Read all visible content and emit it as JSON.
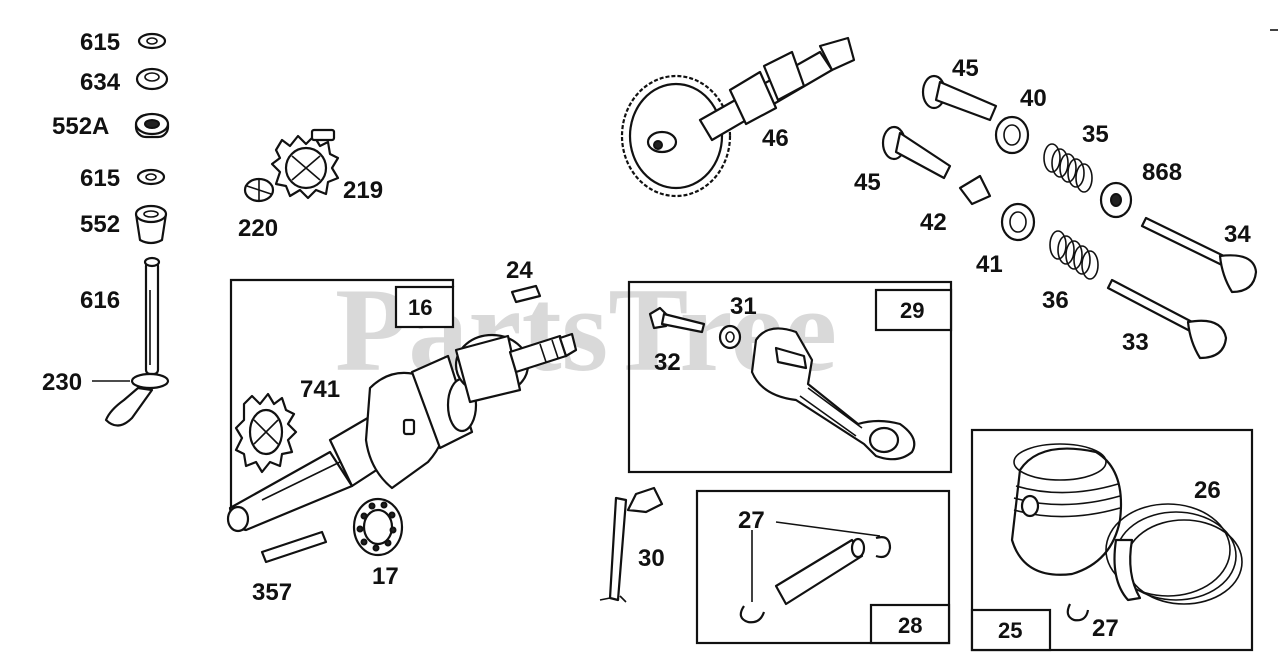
{
  "watermark": {
    "text": "PartsTree",
    "trademark": "™"
  },
  "callouts": {
    "c615a": "615",
    "c634": "634",
    "c552A": "552A",
    "c615b": "615",
    "c552": "552",
    "c616": "616",
    "c230": "230",
    "c219": "219",
    "c220": "220",
    "c24": "24",
    "c741": "741",
    "c357": "357",
    "c17": "17",
    "c46": "46",
    "c45a": "45",
    "c45b": "45",
    "c40": "40",
    "c35": "35",
    "c868": "868",
    "c42": "42",
    "c41": "41",
    "c36": "36",
    "c34": "34",
    "c33": "33",
    "c31": "31",
    "c32": "32",
    "c30": "30",
    "c27a": "27",
    "c26": "26",
    "c27b": "27"
  },
  "boxes": {
    "b16": "16",
    "b29": "29",
    "b28": "28",
    "b25": "25"
  },
  "colors": {
    "ink": "#111111",
    "watermark": "#d3d3d3",
    "paper": "#ffffff"
  }
}
